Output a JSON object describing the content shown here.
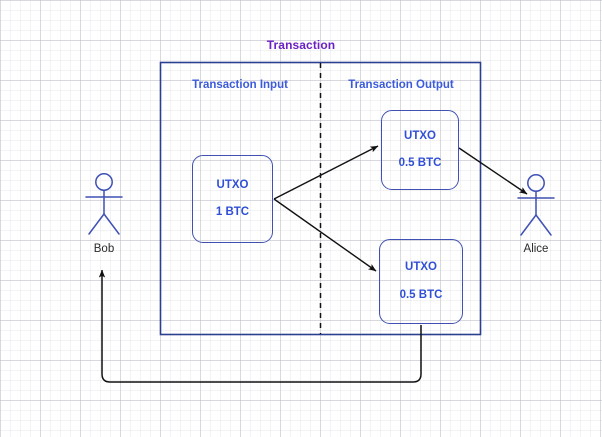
{
  "diagram": {
    "title": "Transaction",
    "title_color": "#6c21c4",
    "accent_color": "#3f51b5",
    "text_color": "#2f4fd6",
    "section_color": "#3b5bdb",
    "arrow_color": "#000000",
    "background": "#ffffff"
  },
  "sections": {
    "input": {
      "label": "Transaction Input"
    },
    "output": {
      "label": "Transaction Output"
    }
  },
  "nodes": {
    "utxo_input": {
      "name": "UTXO",
      "amount": "1 BTC"
    },
    "utxo_output1": {
      "name": "UTXO",
      "amount": "0.5 BTC"
    },
    "utxo_output2": {
      "name": "UTXO",
      "amount": "0.5 BTC"
    }
  },
  "actors": {
    "bob": {
      "label": "Bob"
    },
    "alice": {
      "label": "Alice"
    }
  },
  "chart_data": {
    "type": "diagram",
    "title": "Transaction",
    "description": "Bitcoin UTXO transaction diagram: one 1 BTC input UTXO is split into two 0.5 BTC output UTXOs; one goes to Alice, the other returns as change to Bob.",
    "nodes": [
      {
        "id": "bob",
        "label": "Bob",
        "type": "actor"
      },
      {
        "id": "alice",
        "label": "Alice",
        "type": "actor"
      },
      {
        "id": "utxo_in",
        "label": "UTXO",
        "value": "1 BTC",
        "section": "Transaction Input"
      },
      {
        "id": "utxo_out1",
        "label": "UTXO",
        "value": "0.5 BTC",
        "section": "Transaction Output"
      },
      {
        "id": "utxo_out2",
        "label": "UTXO",
        "value": "0.5 BTC",
        "section": "Transaction Output"
      }
    ],
    "edges": [
      {
        "from": "utxo_in",
        "to": "utxo_out1",
        "style": "solid-arrow"
      },
      {
        "from": "utxo_in",
        "to": "utxo_out2",
        "style": "solid-arrow"
      },
      {
        "from": "utxo_out1",
        "to": "alice",
        "style": "solid-arrow"
      },
      {
        "from": "utxo_out2",
        "to": "bob",
        "style": "solid-arrow-orthogonal"
      }
    ],
    "containers": [
      {
        "label": "Transaction",
        "children": [
          "Transaction Input",
          "Transaction Output"
        ],
        "divider": "dashed-vertical"
      }
    ]
  }
}
